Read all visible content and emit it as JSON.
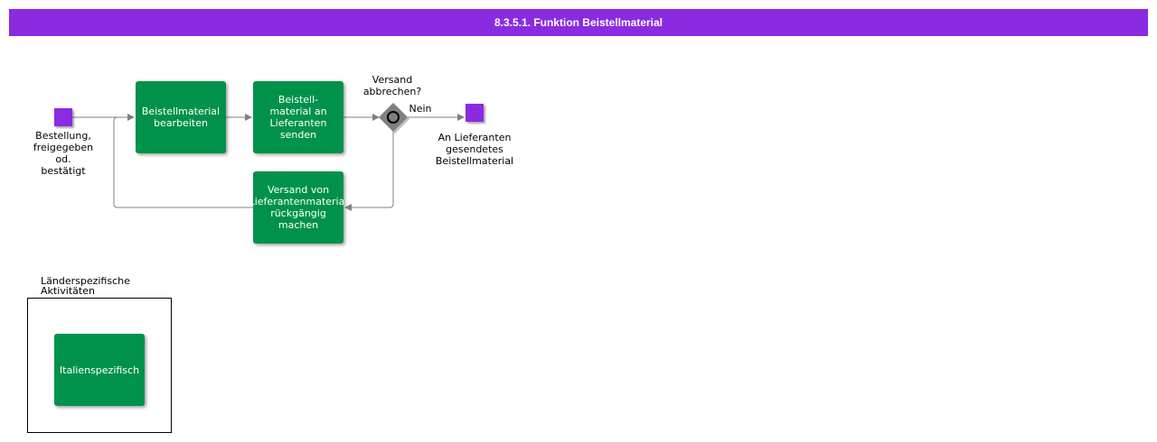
{
  "header": {
    "title": "8.3.5.1. Funktion Beistellmaterial"
  },
  "events": {
    "start_label": "Bestellung,\nfreigegeben\nod.\nbestätigt",
    "end_label": "An Lieferanten\ngesendetes\nBeistellmaterial"
  },
  "activities": {
    "edit": "Beistellmaterial\nbearbeiten",
    "send": "Beistell-\nmaterial an\nLieferanten\nsenden",
    "undo": "Versand von\nLieferantenmaterial\nrückgängig\nmachen",
    "italy": "Italienspezifisch"
  },
  "gateway": {
    "question": "Versand\nabbrechen?",
    "no_label": "Nein"
  },
  "region": {
    "label": "Länderspezifische\nAktivitäten"
  },
  "colors": {
    "header": "#8a2be2",
    "activity": "#00924a",
    "event": "#8a2be2",
    "gateway": "#808080",
    "connector": "#808080"
  }
}
